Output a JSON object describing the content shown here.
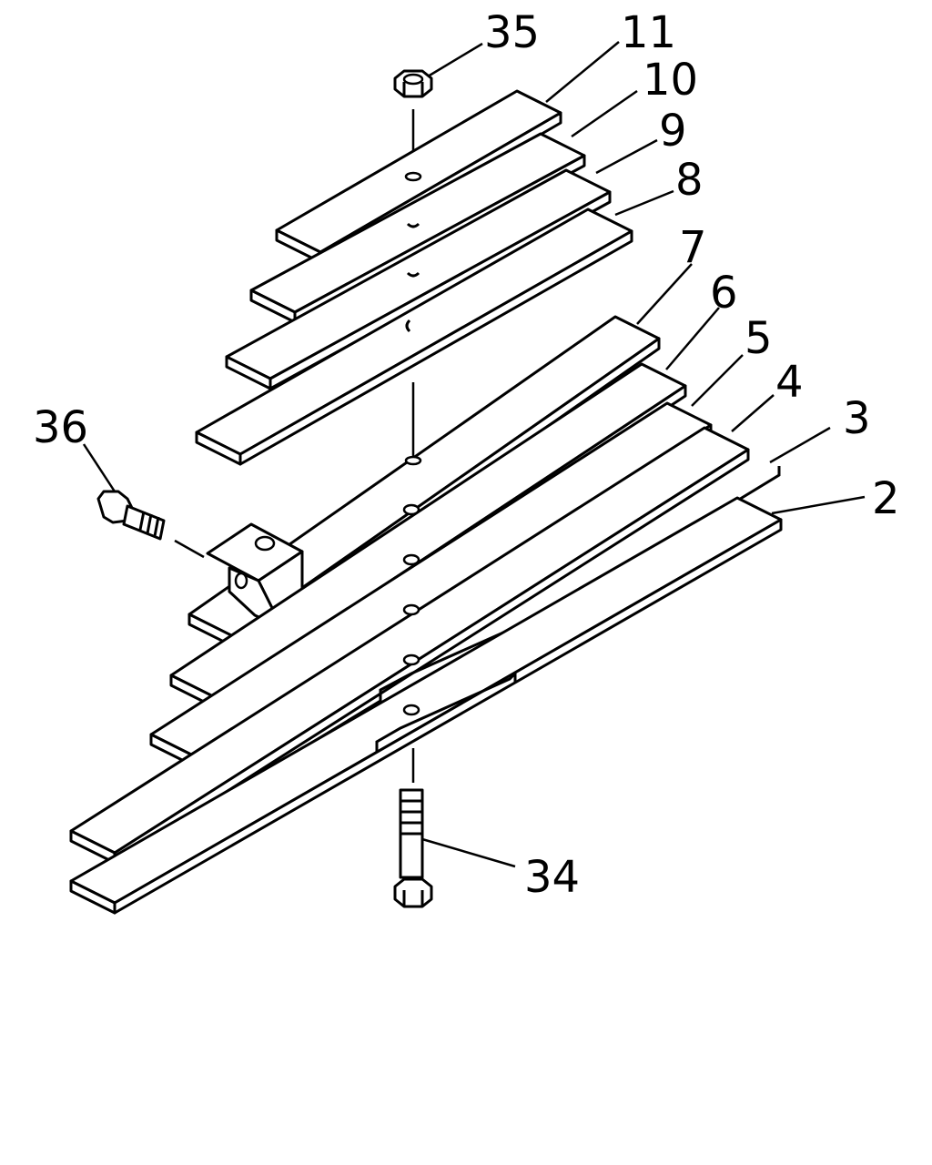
{
  "callouts": {
    "c35": "35",
    "c11": "11",
    "c10": "10",
    "c9": "9",
    "c8": "8",
    "c7": "7",
    "c6": "6",
    "c5": "5",
    "c4": "4",
    "c3": "3",
    "c2": "2",
    "c36": "36",
    "c34": "34"
  }
}
